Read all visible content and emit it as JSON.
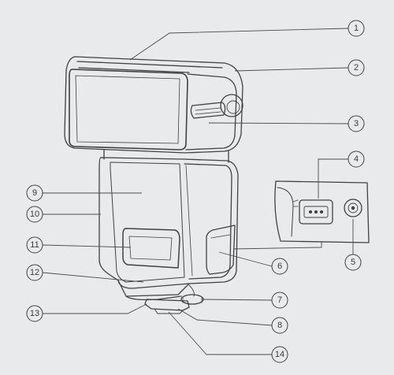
{
  "diagram": {
    "paper_color": "#e9eaeb",
    "ink_color": "#3f4143",
    "callouts": [
      {
        "id": "1",
        "label": "1"
      },
      {
        "id": "2",
        "label": "2"
      },
      {
        "id": "3",
        "label": "3"
      },
      {
        "id": "4",
        "label": "4"
      },
      {
        "id": "5",
        "label": "5"
      },
      {
        "id": "6",
        "label": "6"
      },
      {
        "id": "7",
        "label": "7"
      },
      {
        "id": "8",
        "label": "8"
      },
      {
        "id": "9",
        "label": "9"
      },
      {
        "id": "10",
        "label": "10"
      },
      {
        "id": "11",
        "label": "11"
      },
      {
        "id": "12",
        "label": "12"
      },
      {
        "id": "13",
        "label": "13"
      },
      {
        "id": "14",
        "label": "14"
      }
    ]
  }
}
